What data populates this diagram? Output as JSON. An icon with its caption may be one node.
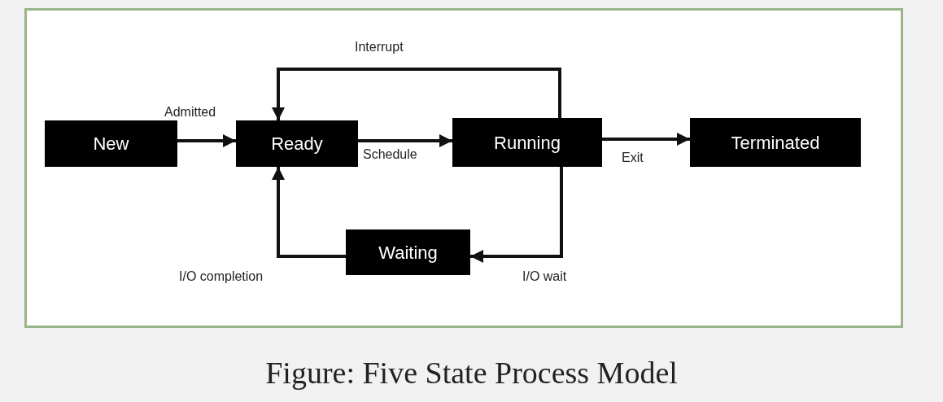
{
  "diagram": {
    "caption": "Figure: Five State Process Model",
    "nodes": [
      {
        "text": [
          "New"
        ]
      },
      {
        "text": [
          "Ready"
        ]
      },
      {
        "text": [
          "Running"
        ]
      },
      {
        "text": [
          "Terminated"
        ]
      },
      {
        "text": [
          "Waiting"
        ]
      }
    ],
    "edges": [
      {
        "from": 0,
        "to": 1,
        "arrow": "to",
        "label": "Admitted"
      },
      {
        "from": 1,
        "to": 2,
        "arrow": "to",
        "label": "Schedule"
      },
      {
        "from": 2,
        "to": 1,
        "arrow": "to",
        "label": "Interrupt"
      },
      {
        "from": 2,
        "to": 3,
        "arrow": "to",
        "label": "Exit"
      },
      {
        "from": 2,
        "to": 4,
        "arrow": "to",
        "label": "I/O wait"
      },
      {
        "from": 4,
        "to": 1,
        "arrow": "to",
        "label": "I/O completion"
      }
    ]
  }
}
